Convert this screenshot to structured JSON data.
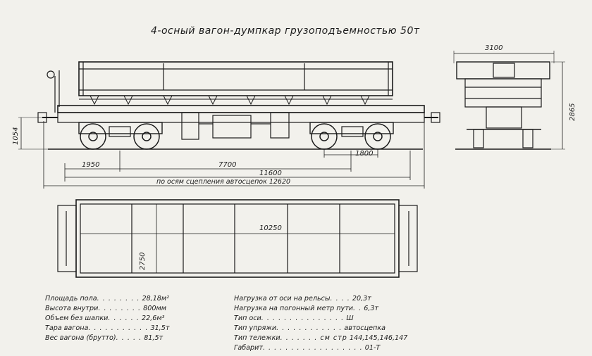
{
  "title": "4-осный вагон-думпкар грузоподъемностью 50т",
  "dimensions": {
    "height_1054": "1054",
    "width_3100": "3100",
    "height_2865": "2865",
    "base_1800": "1800",
    "offset_1950": "1950",
    "base_7700": "7700",
    "length_11600": "11600",
    "coupler_length": "по осям сцепления автосцепок 12620",
    "body_length_10250": "10250",
    "body_width_2750": "2750"
  },
  "specs_left": [
    {
      "label": "Площадь пола",
      "dots": ". . . . . . . .",
      "value": "28,18м²"
    },
    {
      "label": "Высота внутри",
      "dots": ". . . . . . . .",
      "value": "800мм"
    },
    {
      "label": "Объем без шапки",
      "dots": ". . . . . .",
      "value": "22,6м³"
    },
    {
      "label": "Тара вагона",
      "dots": ". . . . . . . . . . .",
      "value": "31,5т"
    },
    {
      "label": "Вес вагона (брутто)",
      "dots": ". . . . .",
      "value": "81,5т"
    }
  ],
  "specs_right": [
    {
      "label": "Нагрузка от оси на рельсы",
      "dots": ". . . .",
      "value": "20,3т"
    },
    {
      "label": "Нагрузка на погонный метр пути",
      "dots": ". .",
      "value": "6,3т"
    },
    {
      "label": "Тип оси",
      "dots": ". . . . . . . . . . . . . . .",
      "value": "Ш"
    },
    {
      "label": "Тип упряжи",
      "dots": ". . . . . . . . . . . .",
      "value": "автосцепка"
    },
    {
      "label": "Тип тележки",
      "dots": ". . . . . . . см стр",
      "value": "144,145,146,147"
    },
    {
      "label": "Габарит",
      "dots": ". . . . . . . . . . . . . . . . . .",
      "value": "01-Т"
    }
  ]
}
